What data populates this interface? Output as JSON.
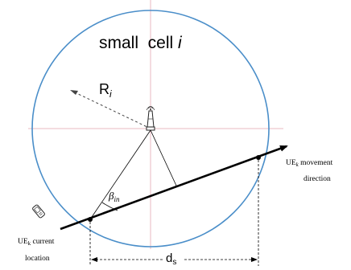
{
  "title": {
    "prefix": "small  cell ",
    "italic": "i"
  },
  "radius_label": {
    "main": "R",
    "sub": "i"
  },
  "angle_label": {
    "main": "β",
    "sub": "in"
  },
  "movement_label": {
    "line1_prefix": "UE",
    "line1_sub": "k",
    "line1_suffix": " movement",
    "line2": "direction"
  },
  "current_label": {
    "line1_prefix": "UE",
    "line1_sub": "k",
    "line1_suffix": " current",
    "line2": "location"
  },
  "distance_label": {
    "main": "d",
    "sub": "s"
  },
  "colors": {
    "circle": "#4a8ec9",
    "crosshair": "#e8b8c0",
    "line": "#000000",
    "text": "#000000"
  },
  "icons": {
    "antenna": "cell-tower-icon",
    "phone": "mobile-phone-icon"
  }
}
